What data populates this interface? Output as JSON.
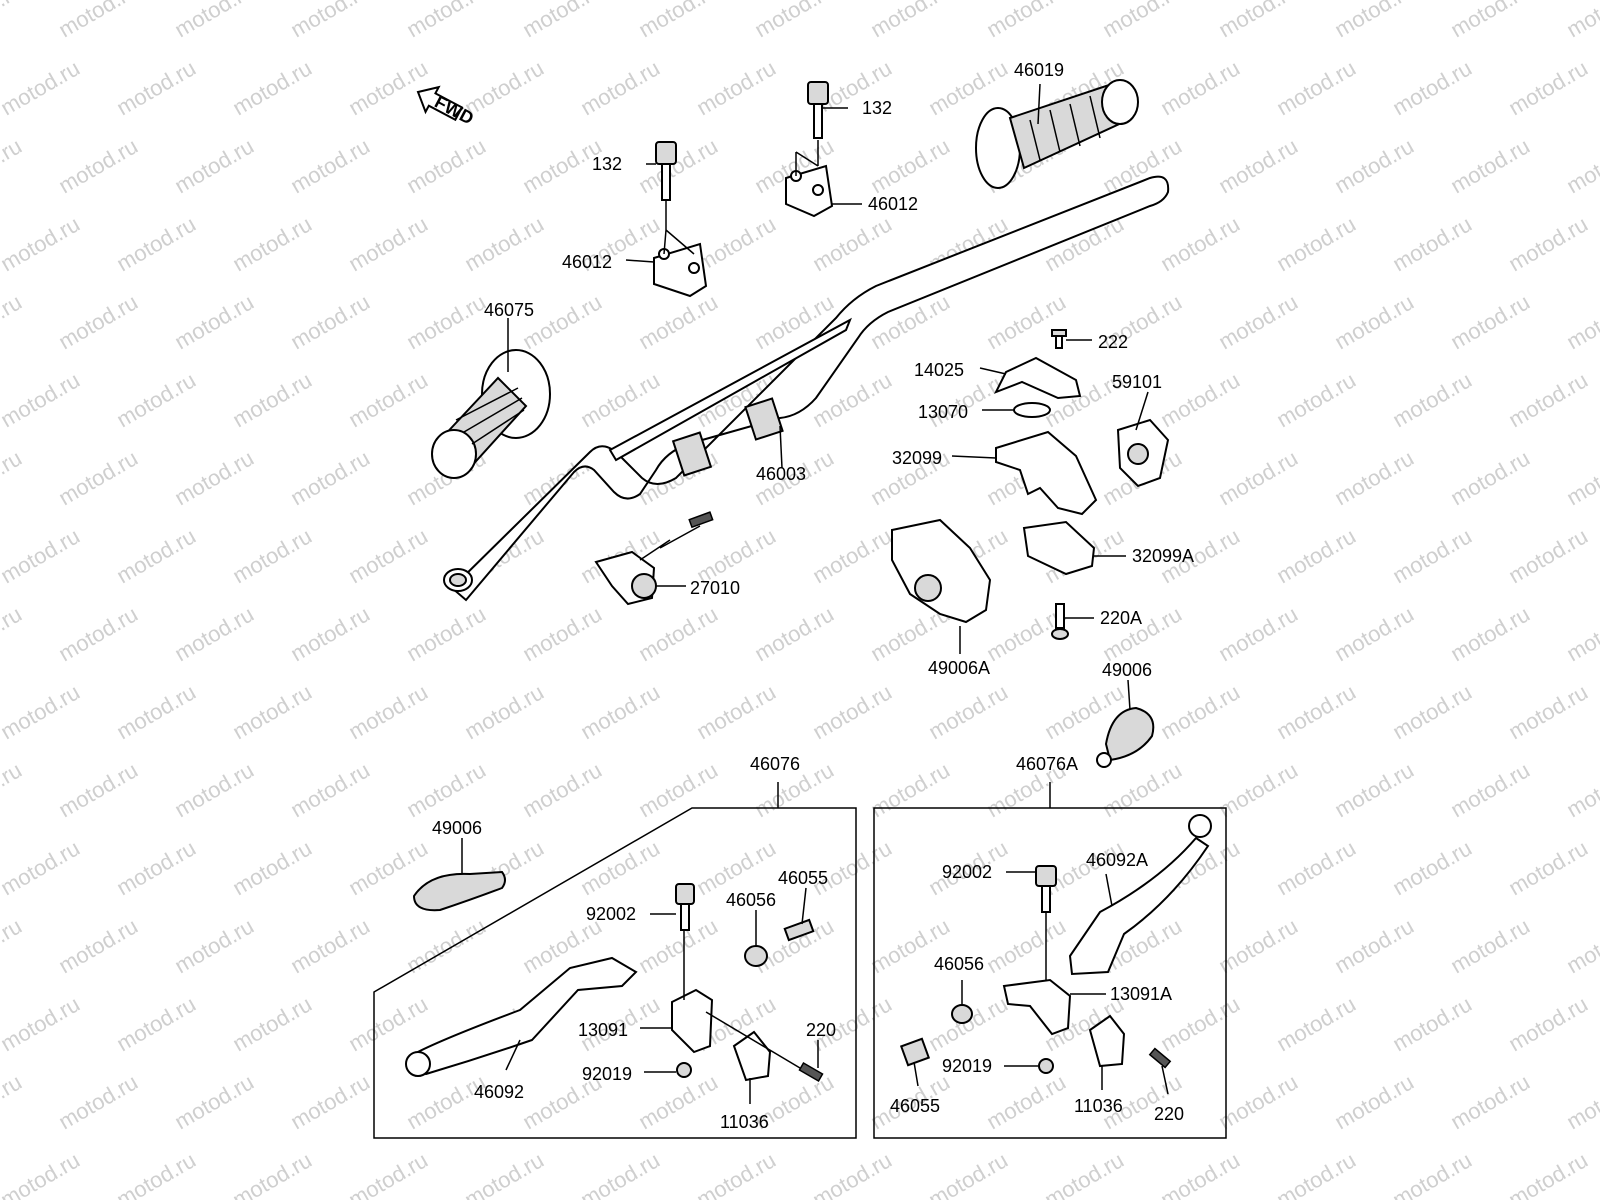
{
  "watermark": "motod.ru",
  "fwd_label": "FWD",
  "labels": {
    "p132_left": "132",
    "p132_right": "132",
    "p46012_left": "46012",
    "p46012_right": "46012",
    "p46019": "46019",
    "p46075": "46075",
    "p46003": "46003",
    "p27010": "27010",
    "p222": "222",
    "p14025": "14025",
    "p59101": "59101",
    "p13070": "13070",
    "p32099": "32099",
    "p32099A": "32099A",
    "p220A": "220A",
    "p49006A": "49006A",
    "p49006_right": "49006",
    "p46076A": "46076A",
    "p46076": "46076",
    "p49006_left": "49006",
    "p46055_left": "46055",
    "p46056_left": "46056",
    "p92002_left": "92002",
    "p13091": "13091",
    "p220_left": "220",
    "p92019_left": "92019",
    "p46092": "46092",
    "p11036_left": "11036",
    "p92002_right": "92002",
    "p46092A": "46092A",
    "p46056_right": "46056",
    "p13091A": "13091A",
    "p92019_right": "92019",
    "p46055_right": "46055",
    "p11036_right": "11036",
    "p220_right": "220"
  }
}
